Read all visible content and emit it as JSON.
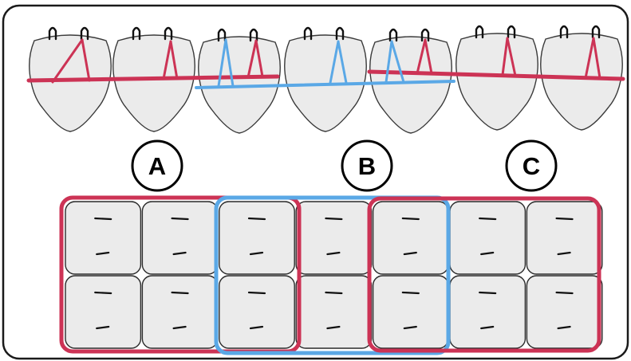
{
  "labels": {
    "a": "A",
    "b": "B",
    "c": "C"
  },
  "colors": {
    "frame": "#1a1a1a",
    "tooth_fill": "#ebebeb",
    "tooth_stroke": "#3a3a3a",
    "hook": "#111111",
    "red_band": "#cc3355",
    "blue_band": "#5aa8e6",
    "cell_fill": "#ebebeb",
    "cell_stroke": "#2a2a2a",
    "tick": "#111111"
  },
  "diagram": {
    "teeth_count": 7,
    "grid_columns": 7,
    "grid_rows": 2,
    "groups": [
      {
        "label_key": "a",
        "color": "red",
        "columns": [
          1,
          2,
          3
        ]
      },
      {
        "label_key": "b",
        "color": "blue",
        "columns": [
          3,
          4,
          5
        ]
      },
      {
        "label_key": "c",
        "color": "red",
        "columns": [
          5,
          6,
          7
        ]
      }
    ]
  }
}
